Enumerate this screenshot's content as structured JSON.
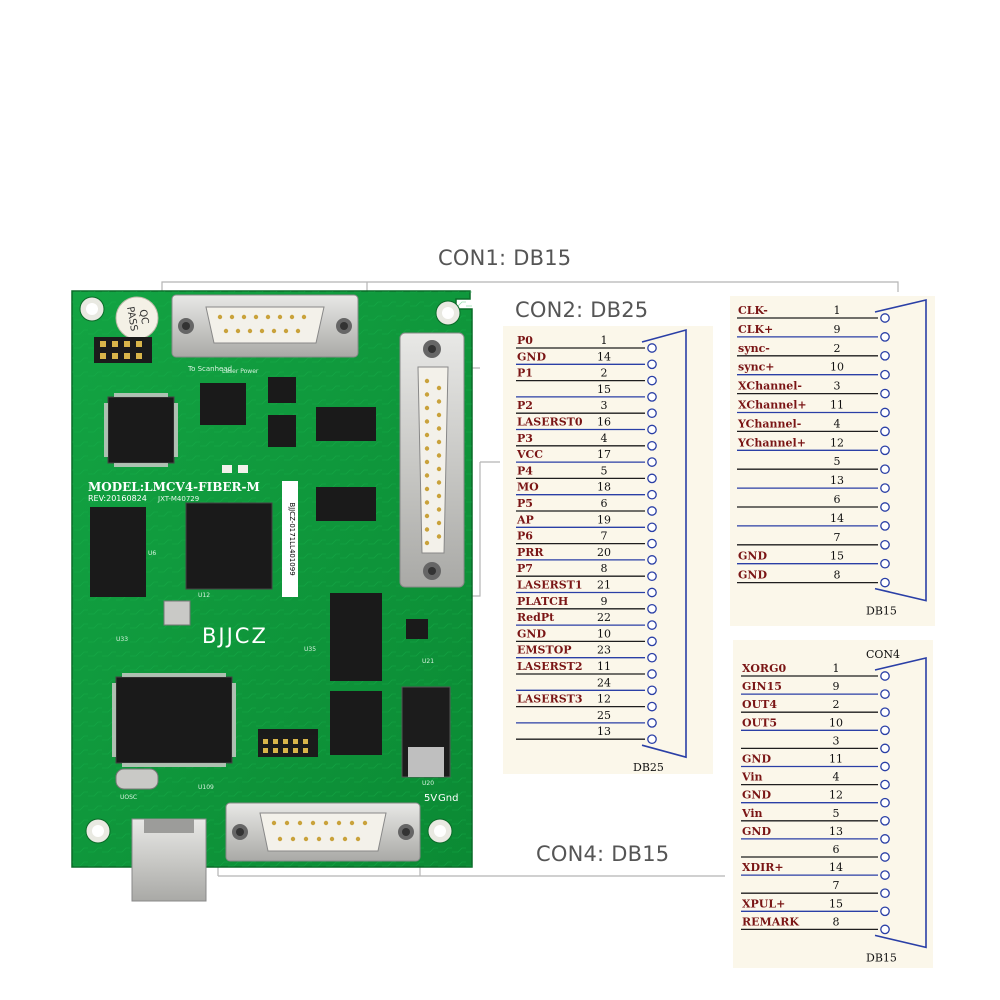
{
  "callouts": {
    "con1": "CON1: DB15",
    "con2": "CON2: DB25",
    "con4": "CON4: DB15"
  },
  "board": {
    "model": "MODEL:LMCV4-FIBER-M",
    "rev": "REV:20160824",
    "rev_code": "JXT-M40729",
    "brand": "BJJCZ",
    "qc": "QC",
    "pass": "PASS",
    "silk_scanhead": "To Scanhead",
    "silk_laser": "Laser Power",
    "serial": "BJJCZ-0171LL401099",
    "silk_5v": "5V",
    "silk_gnd": "Gnd",
    "silk_u6": "U6",
    "silk_u12": "U12",
    "silk_u33": "U33",
    "silk_u35": "U35",
    "silk_u21": "U21",
    "silk_u20": "U20",
    "silk_u109": "U109",
    "silk_uosc": "UOSC"
  },
  "con2": {
    "footer": "DB25",
    "pins": [
      {
        "label": "P0",
        "num": "1"
      },
      {
        "label": "GND",
        "num": "14"
      },
      {
        "label": "P1",
        "num": "2"
      },
      {
        "label": "",
        "num": "15"
      },
      {
        "label": "P2",
        "num": "3"
      },
      {
        "label": "LASERST0",
        "num": "16"
      },
      {
        "label": "P3",
        "num": "4"
      },
      {
        "label": "VCC",
        "num": "17"
      },
      {
        "label": "P4",
        "num": "5"
      },
      {
        "label": "MO",
        "num": "18"
      },
      {
        "label": "P5",
        "num": "6"
      },
      {
        "label": "AP",
        "num": "19"
      },
      {
        "label": "P6",
        "num": "7"
      },
      {
        "label": "PRR",
        "num": "20"
      },
      {
        "label": "P7",
        "num": "8"
      },
      {
        "label": "LASERST1",
        "num": "21"
      },
      {
        "label": "PLATCH",
        "num": "9"
      },
      {
        "label": "RedPt",
        "num": "22"
      },
      {
        "label": "GND",
        "num": "10"
      },
      {
        "label": "EMSTOP",
        "num": "23"
      },
      {
        "label": "LASERST2",
        "num": "11"
      },
      {
        "label": "",
        "num": "24"
      },
      {
        "label": "LASERST3",
        "num": "12"
      },
      {
        "label": "",
        "num": "25"
      },
      {
        "label": "",
        "num": "13"
      }
    ]
  },
  "con1": {
    "footer": "DB15",
    "pins": [
      {
        "label": "CLK-",
        "num": "1"
      },
      {
        "label": "CLK+",
        "num": "9"
      },
      {
        "label": "sync-",
        "num": "2"
      },
      {
        "label": "sync+",
        "num": "10"
      },
      {
        "label": "XChannel-",
        "num": "3"
      },
      {
        "label": "XChannel+",
        "num": "11"
      },
      {
        "label": "YChannel-",
        "num": "4"
      },
      {
        "label": "YChannel+",
        "num": "12"
      },
      {
        "label": "",
        "num": "5"
      },
      {
        "label": "",
        "num": "13"
      },
      {
        "label": "",
        "num": "6"
      },
      {
        "label": "",
        "num": "14"
      },
      {
        "label": "",
        "num": "7"
      },
      {
        "label": "GND",
        "num": "15"
      },
      {
        "label": "GND",
        "num": "8"
      }
    ]
  },
  "con4": {
    "header": "CON4",
    "footer": "DB15",
    "pins": [
      {
        "label": "XORG0",
        "num": "1"
      },
      {
        "label": "GIN15",
        "num": "9"
      },
      {
        "label": "OUT4",
        "num": "2"
      },
      {
        "label": "OUT5",
        "num": "10"
      },
      {
        "label": "",
        "num": "3"
      },
      {
        "label": "GND",
        "num": "11"
      },
      {
        "label": "Vin",
        "num": "4"
      },
      {
        "label": "GND",
        "num": "12"
      },
      {
        "label": "Vin",
        "num": "5"
      },
      {
        "label": "GND",
        "num": "13"
      },
      {
        "label": "",
        "num": "6"
      },
      {
        "label": "XDIR+",
        "num": "14"
      },
      {
        "label": "",
        "num": "7"
      },
      {
        "label": "XPUL+",
        "num": "15"
      },
      {
        "label": "REMARK",
        "num": "8"
      }
    ]
  },
  "colors": {
    "pcb": "#0f9a3c",
    "pcb_dark": "#0b7a2e",
    "label": "#7a1515",
    "wire": "#2a3fa6",
    "panel": "#fbf7ea"
  }
}
